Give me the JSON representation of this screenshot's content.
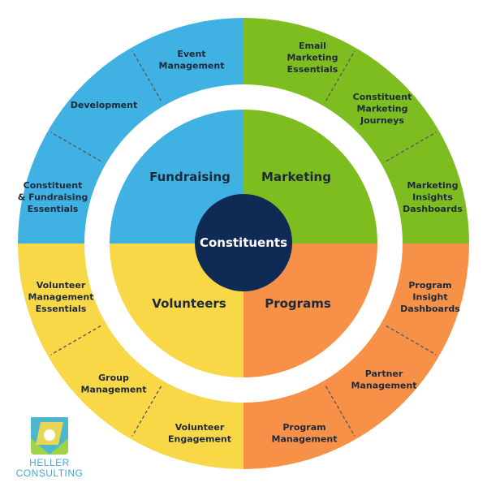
{
  "colors": {
    "fundraising": "#3fb1e3",
    "marketing": "#7ebd1f",
    "programs": "#f79148",
    "volunteers": "#f9d848",
    "center": "#0f2a55",
    "text": "#1e2a3a"
  },
  "center": {
    "label": "Constituents"
  },
  "quadrants": [
    {
      "key": "fundraising",
      "label": "Fundraising",
      "items": [
        [
          "Event",
          "Management"
        ],
        [
          "Development"
        ],
        [
          "Constituent",
          "& Fundraising",
          "Essentials"
        ]
      ]
    },
    {
      "key": "marketing",
      "label": "Marketing",
      "items": [
        [
          "Email",
          "Marketing",
          "Essentials"
        ],
        [
          "Constituent",
          "Marketing",
          "Journeys"
        ],
        [
          "Marketing",
          "Insights",
          "Dashboards"
        ]
      ]
    },
    {
      "key": "programs",
      "label": "Programs",
      "items": [
        [
          "Program",
          "Insight",
          "Dashboards"
        ],
        [
          "Partner",
          "Management"
        ],
        [
          "Program",
          "Management"
        ]
      ]
    },
    {
      "key": "volunteers",
      "label": "Volunteers",
      "items": [
        [
          "Volunteer",
          "Management",
          "Essentials"
        ],
        [
          "Group",
          "Management"
        ],
        [
          "Volunteer",
          "Engagement"
        ]
      ]
    }
  ],
  "logo": {
    "line1": "HELLER",
    "line2": "CONSULTING"
  }
}
